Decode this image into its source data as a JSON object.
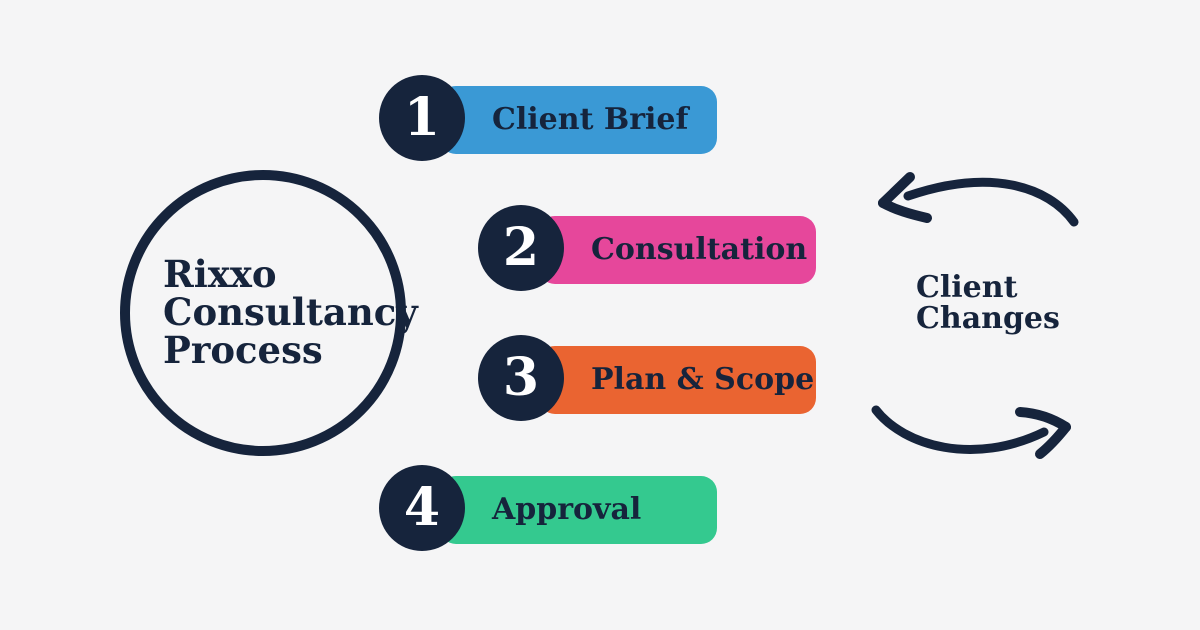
{
  "colors": {
    "background": "#f5f5f6",
    "navy": "#16243c",
    "white": "#ffffff",
    "step_blue": "#3a99d5",
    "step_pink": "#e6479b",
    "step_orange": "#ea6431",
    "step_green": "#34c98f"
  },
  "title": {
    "text": "Rixxo\nConsultancy\nProcess"
  },
  "steps": [
    {
      "number": "1",
      "label": "Client Brief",
      "color": "#3a99d5"
    },
    {
      "number": "2",
      "label": "Consultation",
      "color": "#e6479b"
    },
    {
      "number": "3",
      "label": "Plan & Scope",
      "color": "#ea6431"
    },
    {
      "number": "4",
      "label": "Approval",
      "color": "#34c98f"
    }
  ],
  "cycle": {
    "label": "Client\nChanges",
    "arrow_icons": [
      "curved-arrow-left-icon",
      "curved-arrow-right-icon"
    ]
  }
}
